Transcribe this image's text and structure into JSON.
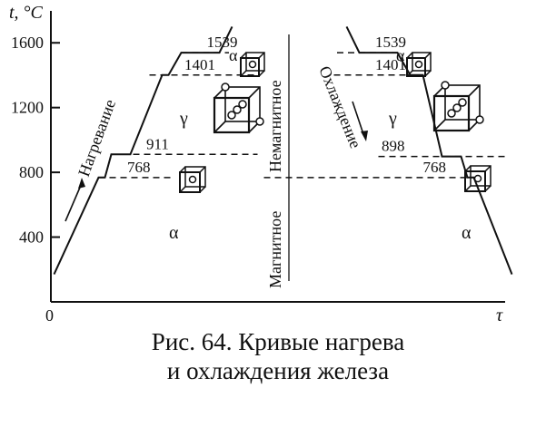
{
  "figure": {
    "caption_line1": "Рис. 64. Кривые нагрева",
    "caption_line2": "и охлаждения железа"
  },
  "chart_data": {
    "type": "line",
    "ylabel": "t, °C",
    "xlabel": "τ",
    "origin_label": "0",
    "yticks": [
      400,
      800,
      1200,
      1600
    ],
    "ylim": [
      0,
      1800
    ],
    "grid": false,
    "series": [
      {
        "name": "Нагревание",
        "points": [
          [
            0.5,
            170
          ],
          [
            7.5,
            768
          ],
          [
            8.5,
            768
          ],
          [
            9.5,
            911
          ],
          [
            12.5,
            911
          ],
          [
            17.5,
            1401
          ],
          [
            18.5,
            1401
          ],
          [
            20.5,
            1539
          ],
          [
            26.5,
            1539
          ],
          [
            28.5,
            1700
          ]
        ],
        "arrow_label": "Нагревание"
      },
      {
        "name": "Охлаждение",
        "points": [
          [
            46.5,
            1700
          ],
          [
            48.5,
            1539
          ],
          [
            54.5,
            1539
          ],
          [
            56.5,
            1401
          ],
          [
            58.5,
            1401
          ],
          [
            61.5,
            898
          ],
          [
            64.5,
            898
          ],
          [
            65.5,
            768
          ],
          [
            66.5,
            768
          ],
          [
            72.5,
            170
          ]
        ],
        "arrow_label": "Охлаждение"
      }
    ],
    "levels": [
      {
        "label": "1539",
        "value": 1539,
        "side": "heating"
      },
      {
        "label": "1401",
        "value": 1401,
        "side": "heating"
      },
      {
        "label": "911",
        "value": 911,
        "side": "heating"
      },
      {
        "label": "768",
        "value": 768,
        "side": "heating"
      },
      {
        "label": "1539",
        "value": 1539,
        "side": "cooling"
      },
      {
        "label": "1401",
        "value": 1401,
        "side": "cooling"
      },
      {
        "label": "898",
        "value": 898,
        "side": "cooling"
      },
      {
        "label": "768",
        "value": 768,
        "side": "cooling"
      }
    ],
    "phase_labels": [
      "α",
      "γ",
      "α",
      "α",
      "γ",
      "α"
    ],
    "region_labels": {
      "upper": "Немагнитное",
      "lower": "Магнитное"
    }
  }
}
